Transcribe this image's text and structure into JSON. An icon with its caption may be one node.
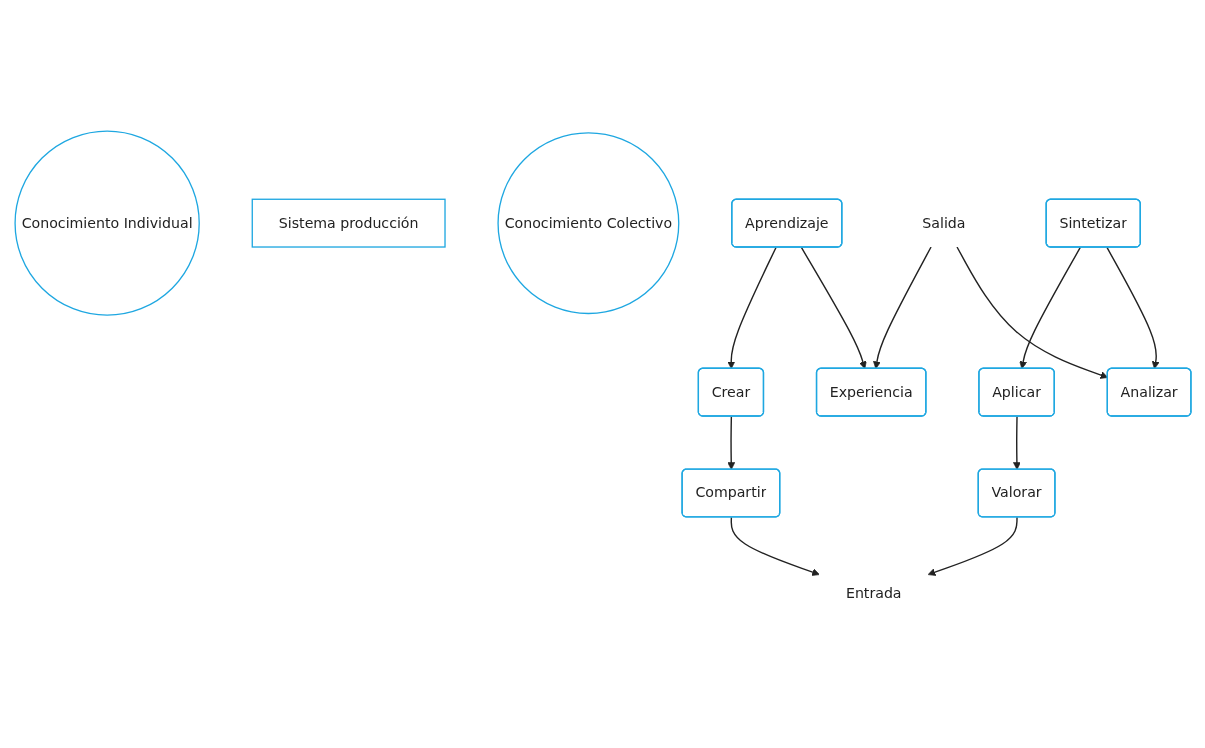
{
  "diagram": {
    "nodes": [
      {
        "text": [
          "Crear"
        ]
      },
      {
        "text": [
          "Compartir"
        ]
      },
      {
        "text": [
          "Valorar"
        ]
      },
      {
        "text": [
          "Aplicar"
        ]
      },
      {
        "text": [
          "Entrada"
        ]
      },
      {
        "text": [
          "Conocimiento Individual"
        ]
      },
      {
        "text": [
          "Sistema producción"
        ]
      },
      {
        "text": [
          "Conocimiento Colectivo"
        ]
      },
      {
        "text": [
          "Salida"
        ]
      },
      {
        "text": [
          "Aprendizaje"
        ]
      },
      {
        "text": [
          "Experiencia"
        ]
      },
      {
        "text": [
          "Analizar"
        ]
      },
      {
        "text": [
          "Sintetizar"
        ]
      }
    ],
    "edges": [
      {
        "from": 0,
        "to": 1,
        "arrow": "to"
      },
      {
        "from": 3,
        "to": 2,
        "arrow": "to"
      },
      {
        "from": 1,
        "to": 4,
        "arrow": "to"
      },
      {
        "from": 2,
        "to": 4,
        "arrow": "to"
      },
      {
        "from": 9,
        "to": 0,
        "arrow": "to"
      },
      {
        "from": 12,
        "to": 3,
        "arrow": "to"
      },
      {
        "from": 8,
        "to": 10,
        "arrow": "to"
      },
      {
        "from": 8,
        "to": 11,
        "arrow": "to"
      },
      {
        "from": 9,
        "to": 10,
        "arrow": "to"
      },
      {
        "from": 12,
        "to": 11,
        "arrow": "to"
      }
    ]
  }
}
